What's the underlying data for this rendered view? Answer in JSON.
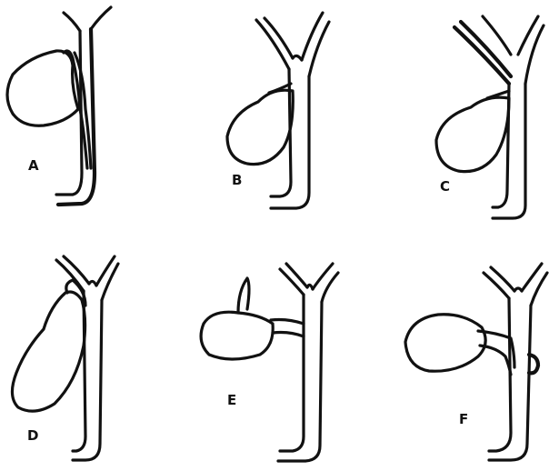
{
  "figure": {
    "panels": [
      {
        "id": "A",
        "label": "A"
      },
      {
        "id": "B",
        "label": "B"
      },
      {
        "id": "C",
        "label": "C"
      },
      {
        "id": "D",
        "label": "D"
      },
      {
        "id": "E",
        "label": "E"
      },
      {
        "id": "F",
        "label": "F"
      }
    ]
  }
}
